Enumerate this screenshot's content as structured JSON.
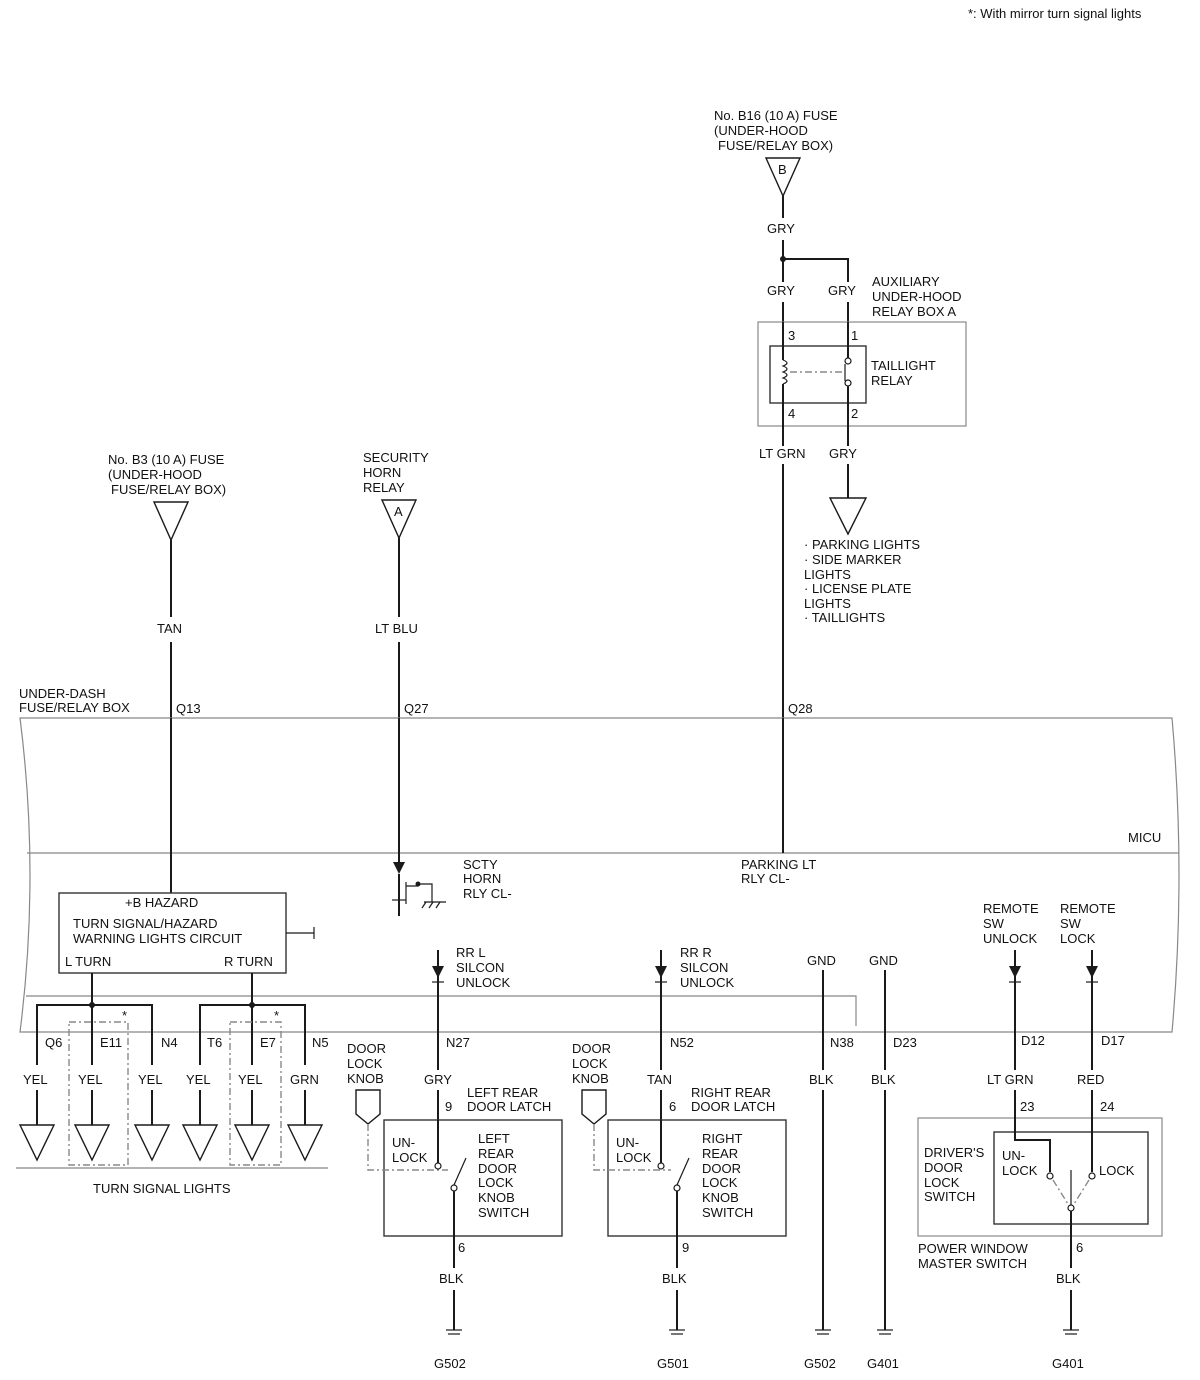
{
  "footnote": "*: With mirror turn signal lights",
  "fuse_b16": {
    "line1": "No. B16 (10 A) FUSE",
    "line2": "(UNDER-HOOD",
    "line3": "FUSE/RELAY BOX)",
    "letter": "B",
    "wire": "GRY"
  },
  "aux_box": {
    "line1": "AUXILIARY",
    "line2": "UNDER-HOOD",
    "line3": "RELAY BOX A",
    "wire_left": "GRY",
    "wire_right": "GRY",
    "pin3": "3",
    "pin1": "1",
    "pin4": "4",
    "pin2": "2",
    "relay1": "TAILLIGHT",
    "relay2": "RELAY",
    "out_left": "LT GRN",
    "out_right": "GRY"
  },
  "parking_list": [
    "· PARKING LIGHTS",
    "· SIDE MARKER",
    "LIGHTS",
    "· LICENSE PLATE",
    "LIGHTS",
    "· TAILLIGHTS"
  ],
  "fuse_b3": {
    "line1": "No. B3 (10 A) FUSE",
    "line2": "(UNDER-HOOD",
    "line3": "FUSE/RELAY BOX)",
    "wire": "TAN"
  },
  "horn_relay": {
    "line1": "SECURITY",
    "line2": "HORN",
    "line3": "RELAY",
    "letter": "A",
    "wire": "LT BLU"
  },
  "under_dash": {
    "line1": "UNDER-DASH",
    "line2": "FUSE/RELAY BOX",
    "q13": "Q13",
    "q27": "Q27",
    "q28": "Q28"
  },
  "micu": {
    "label": "MICU",
    "scty1": "SCTY",
    "scty2": "HORN",
    "scty3": "RLY CL-",
    "park1": "PARKING LT",
    "park2": "RLY CL-",
    "hazard_title": "+B HAZARD",
    "hazard1": "TURN SIGNAL/HAZARD",
    "hazard2": "WARNING LIGHTS CIRCUIT",
    "l_turn": "L TURN",
    "r_turn": "R TURN",
    "rrl1": "RR L",
    "rrl2": "SILCON",
    "rrl3": "UNLOCK",
    "rrr1": "RR R",
    "rrr2": "SILCON",
    "rrr3": "UNLOCK",
    "gnd1": "GND",
    "gnd2": "GND",
    "rsu1": "REMOTE",
    "rsu2": "SW",
    "rsu3": "UNLOCK",
    "rsl1": "REMOTE",
    "rsl2": "SW",
    "rsl3": "LOCK"
  },
  "turn_signals": {
    "q6": "Q6",
    "e11": "E11",
    "n4": "N4",
    "t6": "T6",
    "e7": "E7",
    "n5": "N5",
    "w1": "YEL",
    "w2": "YEL",
    "w3": "YEL",
    "w4": "YEL",
    "w5": "YEL",
    "w6": "GRN",
    "star1": "*",
    "star2": "*",
    "caption": "TURN SIGNAL LIGHTS"
  },
  "left_latch": {
    "knob1": "DOOR",
    "knob2": "LOCK",
    "knob3": "KNOB",
    "conn": "N27",
    "wire": "GRY",
    "pin_top": "9",
    "title1": "LEFT REAR",
    "title2": "DOOR LATCH",
    "unlock1": "UN-",
    "unlock2": "LOCK",
    "sw1": "LEFT",
    "sw2": "REAR",
    "sw3": "DOOR",
    "sw4": "LOCK",
    "sw5": "KNOB",
    "sw6": "SWITCH",
    "pin_bot": "6",
    "wire_bot": "BLK",
    "ground": "G502"
  },
  "right_latch": {
    "knob1": "DOOR",
    "knob2": "LOCK",
    "knob3": "KNOB",
    "conn": "N52",
    "wire": "TAN",
    "pin_top": "6",
    "title1": "RIGHT REAR",
    "title2": "DOOR LATCH",
    "unlock1": "UN-",
    "unlock2": "LOCK",
    "sw1": "RIGHT",
    "sw2": "REAR",
    "sw3": "DOOR",
    "sw4": "LOCK",
    "sw5": "KNOB",
    "sw6": "SWITCH",
    "pin_bot": "9",
    "wire_bot": "BLK",
    "ground": "G501"
  },
  "gnd_wires": {
    "n38": "N38",
    "d23": "D23",
    "w1": "BLK",
    "w2": "BLK",
    "g1": "G502",
    "g2": "G401"
  },
  "driver_switch": {
    "d12": "D12",
    "d17": "D17",
    "w1": "LT GRN",
    "w2": "RED",
    "pin23": "23",
    "pin24": "24",
    "title1": "DRIVER'S",
    "title2": "DOOR",
    "title3": "LOCK",
    "title4": "SWITCH",
    "unlock1": "UN-",
    "unlock2": "LOCK",
    "lock": "LOCK",
    "master1": "POWER WINDOW",
    "master2": "MASTER SWITCH",
    "pin6": "6",
    "wire_bot": "BLK",
    "ground": "G401"
  }
}
